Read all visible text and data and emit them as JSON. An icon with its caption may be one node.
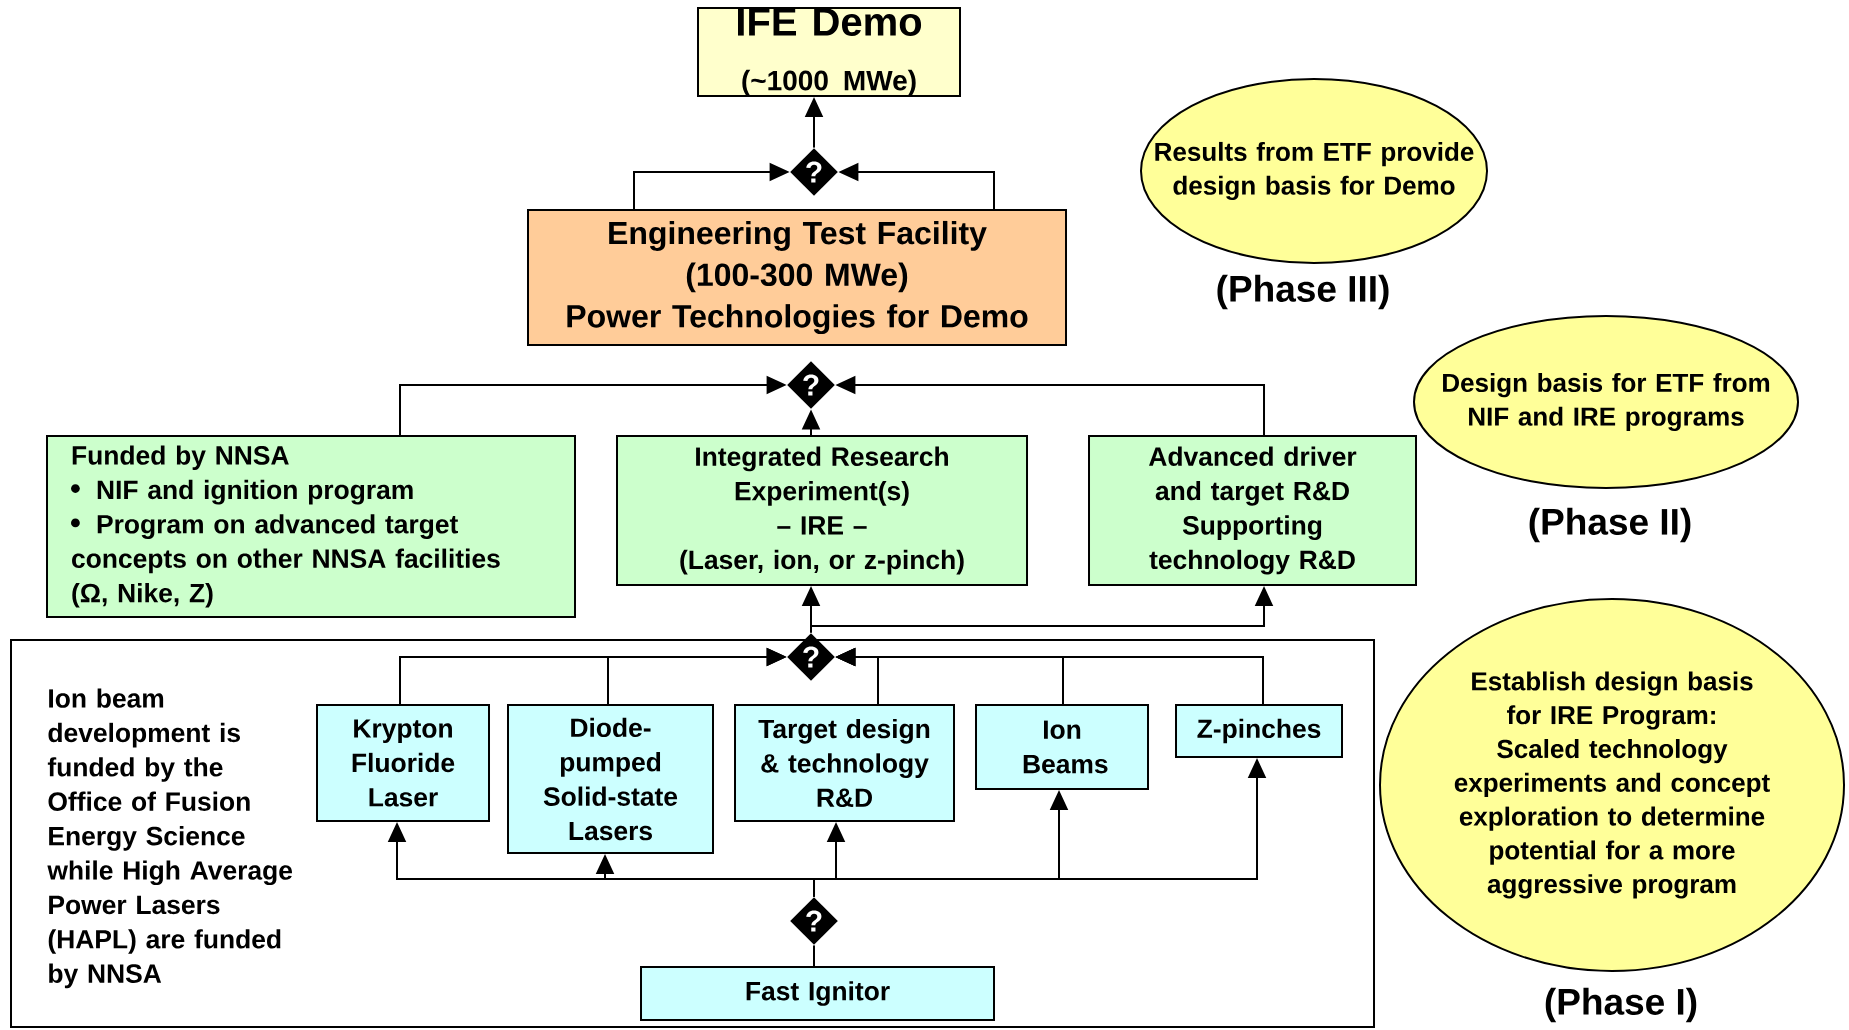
{
  "diagram": {
    "nodes": [
      {
        "text": [
          "IFE Demo",
          "(~1000 MWe)"
        ]
      },
      {
        "text": [
          "?"
        ]
      },
      {
        "text": [
          "Engineering Test Facility",
          "(100-300 MWe)",
          "Power Technologies for Demo"
        ]
      },
      {
        "text": [
          "Results from ETF provide design basis for Demo"
        ],
        "beside": [
          "(Phase III)"
        ]
      },
      {
        "text": [
          "?"
        ]
      },
      {
        "text": [
          "Funded by NNSA",
          "NIF and ignition program",
          "Program on advanced target concepts on other NNSA facilities (Ω, Nike, Z)"
        ]
      },
      {
        "text": [
          "Integrated Research Experiment(s)",
          "– IRE –",
          "(Laser, ion, or z-pinch)"
        ]
      },
      {
        "text": [
          "Advanced driver and target R&D",
          "Supporting technology R&D"
        ]
      },
      {
        "text": [
          "Design basis for ETF from NIF and IRE programs"
        ],
        "beside": [
          "(Phase II)"
        ]
      },
      {
        "text": [
          "Ion beam development is funded by the Office of Fusion Energy Science while High Average Power Lasers (HAPL) are funded by NNSA"
        ]
      },
      {
        "text": [
          "?"
        ],
        "in": 9
      },
      {
        "text": [
          "Krypton Fluoride Laser"
        ],
        "in": 9
      },
      {
        "text": [
          "Diode-pumped Solid-state Lasers"
        ],
        "in": 9
      },
      {
        "text": [
          "Target design & technology R&D"
        ],
        "in": 9
      },
      {
        "text": [
          "Ion Beams"
        ],
        "in": 9
      },
      {
        "text": [
          "Z-pinches"
        ],
        "in": 9
      },
      {
        "text": [
          "?"
        ],
        "in": 9
      },
      {
        "text": [
          "Fast Ignitor"
        ],
        "in": 9
      },
      {
        "text": [
          "Establish design basis for IRE Program:",
          "Scaled technology experiments and concept exploration to determine potential for a more aggressive program"
        ],
        "beside": [
          "(Phase I)"
        ]
      }
    ],
    "edges": [
      {
        "from": 1,
        "to": 0,
        "arrow": "to"
      },
      {
        "from": 2,
        "to": 1,
        "arrow": "to"
      },
      {
        "from": 2,
        "to": 1,
        "arrow": "to"
      },
      {
        "from": 5,
        "to": 4,
        "arrow": "to"
      },
      {
        "from": 6,
        "to": 4,
        "arrow": "to"
      },
      {
        "from": 7,
        "to": 4,
        "arrow": "to"
      },
      {
        "from": 10,
        "to": 6,
        "arrow": "to"
      },
      {
        "from": 10,
        "to": 7,
        "arrow": "to"
      },
      {
        "from": 11,
        "to": 10,
        "arrow": "to"
      },
      {
        "from": 12,
        "to": 10,
        "arrow": "to"
      },
      {
        "from": 13,
        "to": 10,
        "arrow": "to"
      },
      {
        "from": 14,
        "to": 10,
        "arrow": "to"
      },
      {
        "from": 15,
        "to": 10,
        "arrow": "to"
      },
      {
        "from": 16,
        "to": 11,
        "arrow": "to"
      },
      {
        "from": 16,
        "to": 12,
        "arrow": "to"
      },
      {
        "from": 16,
        "to": 13,
        "arrow": "to"
      },
      {
        "from": 16,
        "to": 14,
        "arrow": "to"
      },
      {
        "from": 16,
        "to": 15,
        "arrow": "to"
      },
      {
        "from": 17,
        "to": 16,
        "arrow": "none"
      }
    ]
  }
}
